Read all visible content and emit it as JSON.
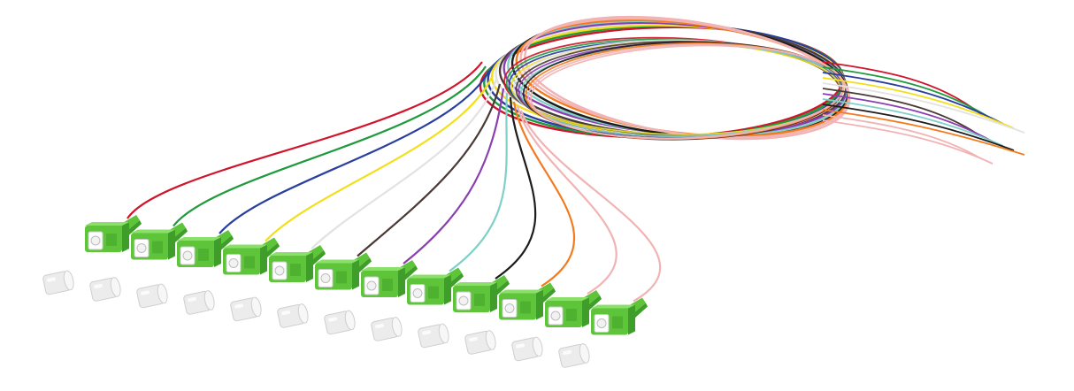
{
  "image": {
    "subject": "fiber-optic-pigtail-set",
    "background": "#ffffff",
    "connector": {
      "type": "SC/APC",
      "housing_color": "#5ec53a",
      "housing_shadow": "#3f9d2a",
      "ferrule_color": "#f2f2f2"
    },
    "pigtail_count": 12,
    "fiber_colors": [
      "#d0142b",
      "#1f9a3c",
      "#2a3f9e",
      "#f2df1a",
      "#e2e2e2",
      "#4a3a35",
      "#8a3fb0",
      "#7fd0c7",
      "#1d1d1d",
      "#f47a1e",
      "#f1b3b3",
      "#f1b3b3"
    ],
    "dust_cap_color": "#ececec",
    "dust_cap_count": 12
  }
}
